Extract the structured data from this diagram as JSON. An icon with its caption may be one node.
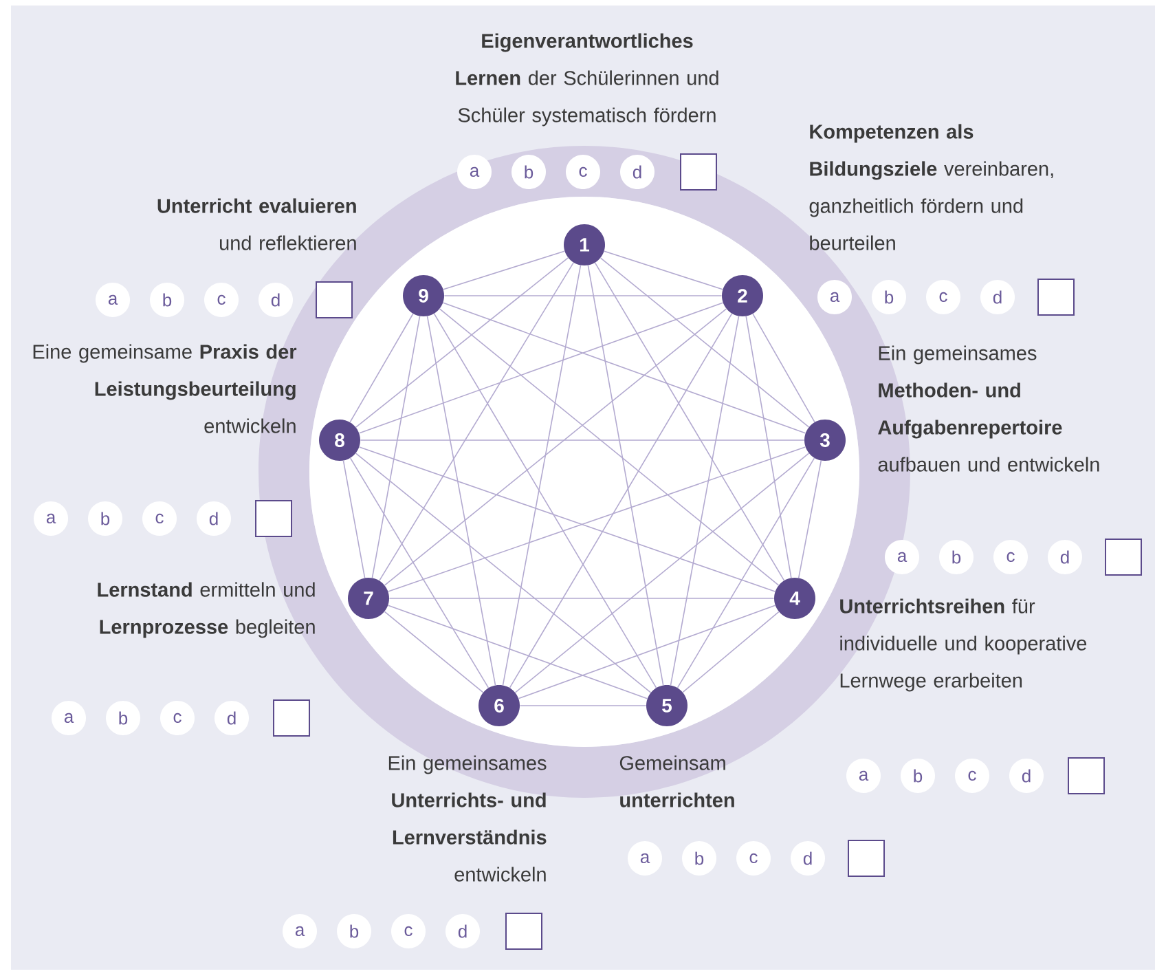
{
  "diagram": {
    "nodes": [
      {
        "text": [
          "1"
        ]
      },
      {
        "text": [
          "2"
        ]
      },
      {
        "text": [
          "3"
        ]
      },
      {
        "text": [
          "4"
        ]
      },
      {
        "text": [
          "5"
        ]
      },
      {
        "text": [
          "6"
        ]
      },
      {
        "text": [
          "7"
        ]
      },
      {
        "text": [
          "8"
        ]
      },
      {
        "text": [
          "9"
        ]
      },
      {
        "text": [
          "a"
        ]
      },
      {
        "text": [
          "b"
        ]
      },
      {
        "text": [
          "c"
        ]
      },
      {
        "text": [
          "d"
        ]
      },
      {
        "text": [
          "a"
        ]
      },
      {
        "text": [
          "b"
        ]
      },
      {
        "text": [
          "c"
        ]
      },
      {
        "text": [
          "d"
        ]
      },
      {
        "text": [
          "a"
        ]
      },
      {
        "text": [
          "b"
        ]
      },
      {
        "text": [
          "c"
        ]
      },
      {
        "text": [
          "d"
        ]
      },
      {
        "text": [
          "a"
        ]
      },
      {
        "text": [
          "b"
        ]
      },
      {
        "text": [
          "c"
        ]
      },
      {
        "text": [
          "d"
        ]
      },
      {
        "text": [
          "a"
        ]
      },
      {
        "text": [
          "b"
        ]
      },
      {
        "text": [
          "c"
        ]
      },
      {
        "text": [
          "d"
        ]
      },
      {
        "text": [
          "a"
        ]
      },
      {
        "text": [
          "b"
        ]
      },
      {
        "text": [
          "c"
        ]
      },
      {
        "text": [
          "d"
        ]
      },
      {
        "text": [
          "a"
        ]
      },
      {
        "text": [
          "b"
        ]
      },
      {
        "text": [
          "c"
        ]
      },
      {
        "text": [
          "d"
        ]
      },
      {
        "text": [
          "a"
        ]
      },
      {
        "text": [
          "b"
        ]
      },
      {
        "text": [
          "c"
        ]
      },
      {
        "text": [
          "d"
        ]
      },
      {
        "text": [
          "a"
        ]
      },
      {
        "text": [
          "b"
        ]
      },
      {
        "text": [
          "c"
        ]
      },
      {
        "text": [
          "d"
        ]
      }
    ],
    "edges": [
      {
        "from": 0,
        "to": 1,
        "arrow": "none"
      },
      {
        "from": 0,
        "to": 2,
        "arrow": "none"
      },
      {
        "from": 0,
        "to": 3,
        "arrow": "none"
      },
      {
        "from": 0,
        "to": 4,
        "arrow": "none"
      },
      {
        "from": 0,
        "to": 5,
        "arrow": "none"
      },
      {
        "from": 0,
        "to": 6,
        "arrow": "none"
      },
      {
        "from": 0,
        "to": 7,
        "arrow": "none"
      },
      {
        "from": 0,
        "to": 8,
        "arrow": "none"
      },
      {
        "from": 1,
        "to": 2,
        "arrow": "none"
      },
      {
        "from": 1,
        "to": 3,
        "arrow": "none"
      },
      {
        "from": 1,
        "to": 4,
        "arrow": "none"
      },
      {
        "from": 1,
        "to": 5,
        "arrow": "none"
      },
      {
        "from": 1,
        "to": 6,
        "arrow": "none"
      },
      {
        "from": 1,
        "to": 7,
        "arrow": "none"
      },
      {
        "from": 1,
        "to": 8,
        "arrow": "none"
      },
      {
        "from": 2,
        "to": 3,
        "arrow": "none"
      },
      {
        "from": 2,
        "to": 4,
        "arrow": "none"
      },
      {
        "from": 2,
        "to": 5,
        "arrow": "none"
      },
      {
        "from": 2,
        "to": 6,
        "arrow": "none"
      },
      {
        "from": 2,
        "to": 7,
        "arrow": "none"
      },
      {
        "from": 2,
        "to": 8,
        "arrow": "none"
      },
      {
        "from": 3,
        "to": 4,
        "arrow": "none"
      },
      {
        "from": 3,
        "to": 5,
        "arrow": "none"
      },
      {
        "from": 3,
        "to": 6,
        "arrow": "none"
      },
      {
        "from": 3,
        "to": 7,
        "arrow": "none"
      },
      {
        "from": 3,
        "to": 8,
        "arrow": "none"
      },
      {
        "from": 4,
        "to": 5,
        "arrow": "none"
      },
      {
        "from": 4,
        "to": 6,
        "arrow": "none"
      },
      {
        "from": 4,
        "to": 7,
        "arrow": "none"
      },
      {
        "from": 4,
        "to": 8,
        "arrow": "none"
      },
      {
        "from": 5,
        "to": 6,
        "arrow": "none"
      },
      {
        "from": 5,
        "to": 7,
        "arrow": "none"
      },
      {
        "from": 5,
        "to": 8,
        "arrow": "none"
      },
      {
        "from": 6,
        "to": 7,
        "arrow": "none"
      },
      {
        "from": 6,
        "to": 8,
        "arrow": "none"
      },
      {
        "from": 7,
        "to": 8,
        "arrow": "none"
      }
    ],
    "labels": [
      "**Eigenverantwortliches Lernen** der Schülerinnen und Schüler systematisch fördern",
      "**Kompetenzen als Bildungsziele** vereinbaren, ganzheitlich fördern und beurteilen",
      "Ein gemeinsames **Methoden- und Aufgabenrepertoire** aufbauen und entwickeln",
      "**Unterrichtsreihen** für individuelle und kooperative Lernwege erarbeiten",
      "Gemeinsam **unterrichten**",
      "Ein gemeinsames **Unterrichts- und Lernverständnis** entwickeln",
      "**Lernstand** ermitteln und **Lernprozesse** begleiten",
      "Eine gemeinsame **Praxis der Leistungsbeurteilung** entwickeln",
      "**Unterricht evaluieren** und reflektieren"
    ]
  }
}
